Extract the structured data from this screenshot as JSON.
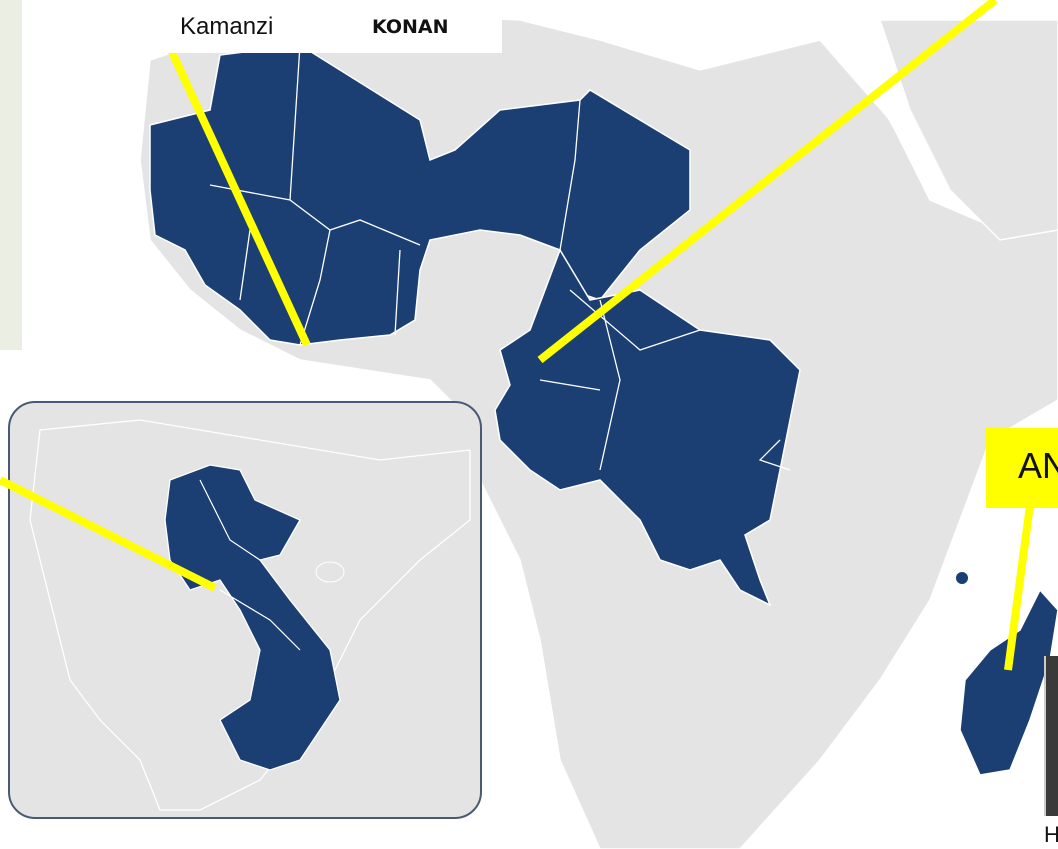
{
  "colors": {
    "highlight_fill": "#1b3f73",
    "land_fill": "#e4e4e4",
    "border_stroke": "#ffffff",
    "pointer_line": "#ffff00",
    "inset_border": "#4a5a74",
    "panel_bg": "#ebeee2"
  },
  "name_card": {
    "first_name": "Kamanzi",
    "last_name": "KONAN"
  },
  "callout": {
    "label": "AN"
  },
  "photo": {
    "caption": "H"
  }
}
